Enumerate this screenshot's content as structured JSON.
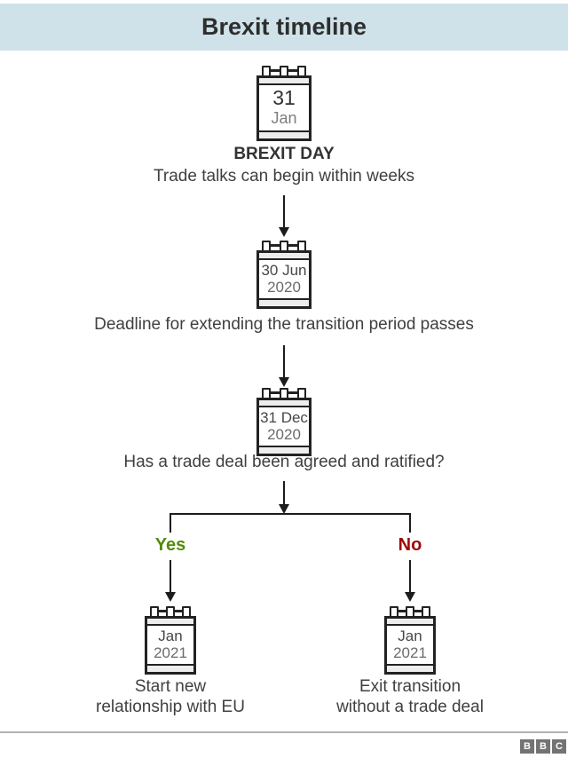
{
  "header": {
    "title": "Brexit timeline",
    "background_color": "#cfe2ea"
  },
  "timeline": {
    "step1": {
      "date_top": "31",
      "date_bottom": "Jan",
      "heading": "BREXIT DAY",
      "caption": "Trade talks can begin within weeks"
    },
    "step2": {
      "date_top": "30 Jun",
      "date_bottom": "2020",
      "caption": "Deadline for extending the transition period passes"
    },
    "step3": {
      "date_top": "31 Dec",
      "date_bottom": "2020",
      "caption": "Has a trade deal been agreed and ratified?"
    },
    "branch_yes": {
      "label": "Yes",
      "label_color": "#538b0b",
      "date_top": "Jan",
      "date_bottom": "2021",
      "caption_line1": "Start new",
      "caption_line2": "relationship with EU"
    },
    "branch_no": {
      "label": "No",
      "label_color": "#a00505",
      "date_top": "Jan",
      "date_bottom": "2021",
      "caption_line1": "Exit transition",
      "caption_line2": "without a trade deal"
    }
  },
  "footer": {
    "rule_color": "#b3b3b3",
    "bbc_letters": [
      "B",
      "B",
      "C"
    ]
  }
}
